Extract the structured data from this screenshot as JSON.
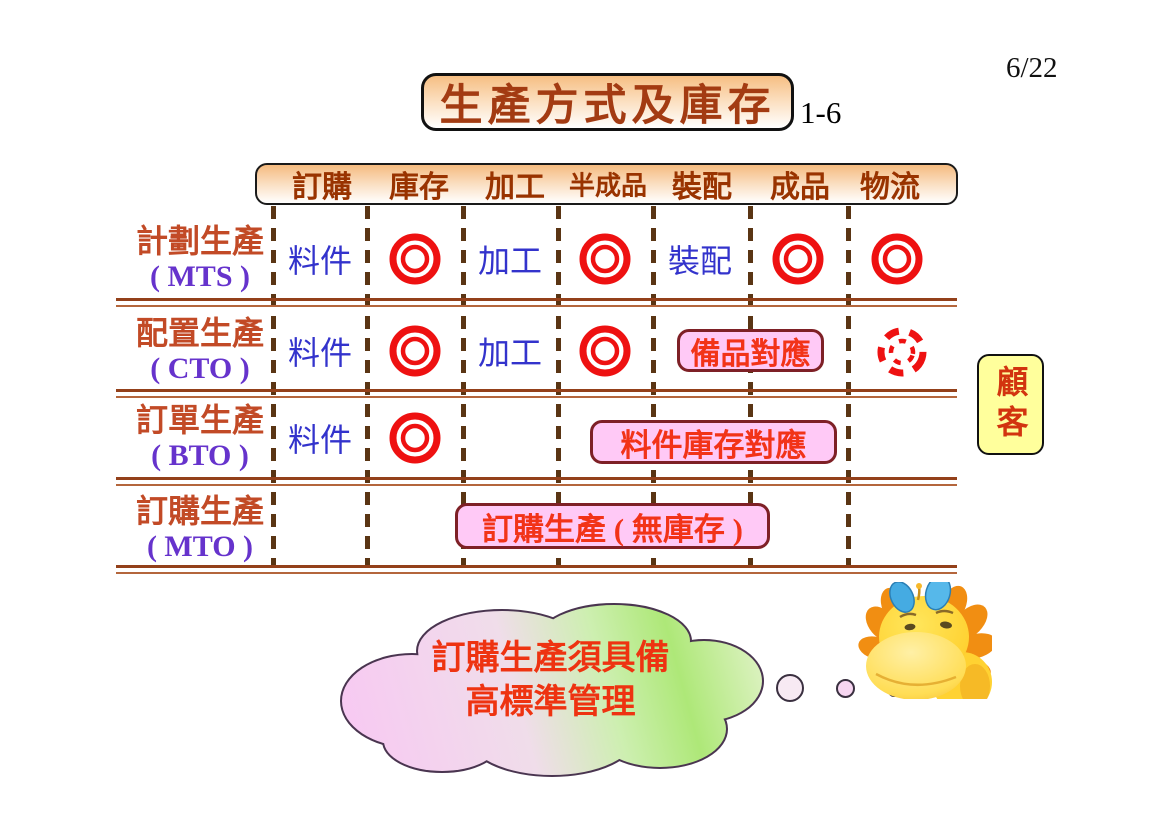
{
  "slide": {
    "page_number": "6/22",
    "title": "生產方式及庫存",
    "title_tag": "1-6"
  },
  "table": {
    "columns": [
      "訂購",
      "庫存",
      "加工",
      "半成品",
      "裝配",
      "成品",
      "物流"
    ],
    "rows": [
      {
        "label": "計劃生產",
        "code": "( MTS )",
        "cell_order": "料件",
        "cell_process": "加工",
        "cell_assembly": "裝配",
        "inventory_points": [
          "庫存",
          "半成品",
          "成品",
          "物流"
        ]
      },
      {
        "label": "配置生產",
        "code": "( CTO )",
        "cell_order": "料件",
        "cell_process": "加工",
        "badge": "備品對應",
        "inventory_points": [
          "庫存",
          "半成品"
        ],
        "dashed_point": "物流"
      },
      {
        "label": "訂單生產",
        "code": "( BTO )",
        "cell_order": "料件",
        "badge": "料件庫存對應",
        "inventory_points": [
          "庫存"
        ]
      },
      {
        "label": "訂購生產",
        "code": "( MTO )",
        "badge": "訂購生產 ( 無庫存 )",
        "inventory_points": []
      }
    ]
  },
  "customer": {
    "label": "顧客"
  },
  "cloud": {
    "line1": "訂購生產須具備",
    "line2": "高標準管理"
  },
  "icons": {
    "inventory_marker": "red-double-circle",
    "dashed_inventory_marker": "red-dashed-double-circle",
    "mascot": "yellow-dragon"
  },
  "colors": {
    "title_text": "#A33B12",
    "header_text": "#993300",
    "row_label": "#C24A26",
    "row_code": "#6633CC",
    "cell_text": "#3333CC",
    "marker_red": "#EE1111",
    "badge_fill": "#FFC9F6",
    "badge_border": "#7E2026",
    "badge_text": "#F23318",
    "customer_fill": "#FFFF9C",
    "customer_text": "#D2340F",
    "separator_brown": "#93401A",
    "dash_brown": "#5A3514",
    "cloud_text": "#EE3311"
  }
}
